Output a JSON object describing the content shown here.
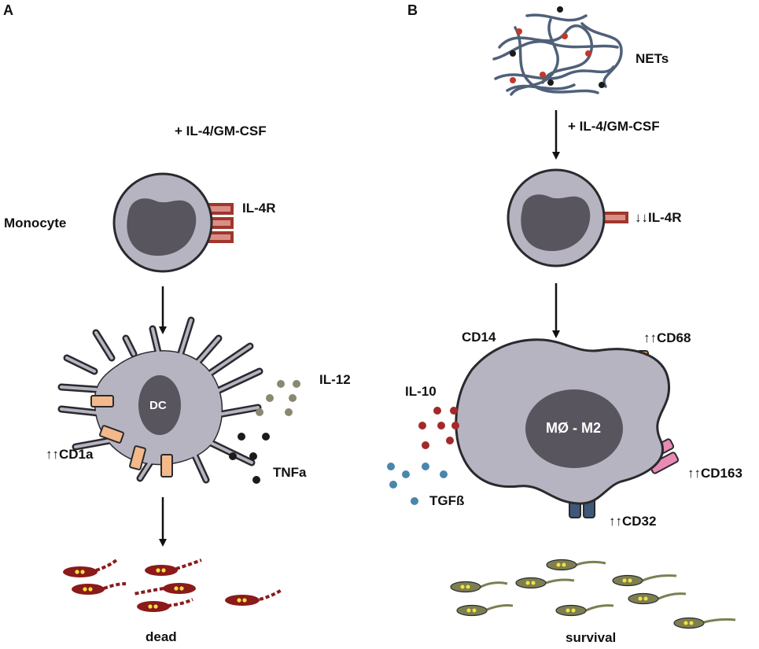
{
  "panel_a": {
    "letter": "A",
    "stimulus": "+ IL-4/GM-CSF",
    "monocyte": "Monocyte",
    "receptor": "IL-4R",
    "dc": "DC",
    "cd1a": "↑↑CD1a",
    "il12": "IL-12",
    "tnfa": "TNFa",
    "outcome": "dead"
  },
  "panel_b": {
    "letter": "B",
    "nets": "NETs",
    "stimulus": "+ IL-4/GM-CSF",
    "receptor": "↓↓IL-4R",
    "cd14": "CD14",
    "cd68": "↑↑CD68",
    "il10": "IL-10",
    "macrophage": "MØ - M2",
    "tgfb": "TGFß",
    "cd163": "↑↑CD163",
    "cd32": "↑↑CD32",
    "outcome": "survival"
  },
  "colors": {
    "cell_fill": "#b7b4c2",
    "nucleus": "#58555f",
    "il4r": "#a0362c",
    "cd1a": "#f3b98b",
    "cd14": "#c5d2b8",
    "cd68": "#e89a55",
    "cd163": "#e88bb4",
    "cd32": "#3f5878",
    "il12": "#8b8870",
    "tnfa": "#1b1b1b",
    "il10": "#a32a2a",
    "tgfb": "#4a86aa",
    "dead_parasite": "#8b1a1a",
    "live_parasite": "#7d7f52",
    "nets_fiber": "#4f6179"
  },
  "icons": [
    "monocyte-icon",
    "dendritic-cell-icon",
    "macrophage-icon",
    "nets-icon",
    "parasite-icon",
    "arrow-down-icon"
  ]
}
